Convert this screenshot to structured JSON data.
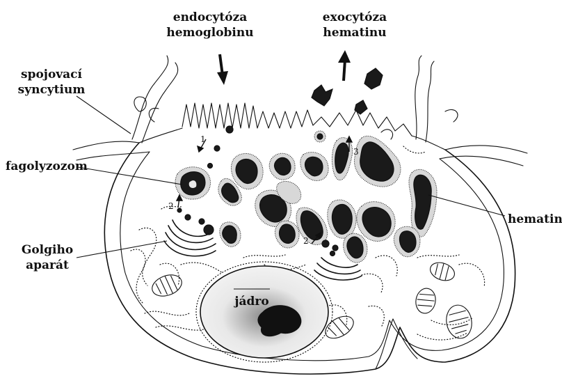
{
  "labels": {
    "endocytosis": [
      "endocytóza",
      "hemoglobinu"
    ],
    "exocytosis": [
      "exocytóza",
      "hematinu"
    ],
    "syncytium": [
      "spojovací",
      "syncytium"
    ],
    "phagolysosome": "fagolyzozom",
    "hematin": "hematin",
    "golgi": [
      "Golgiho",
      "aparát"
    ],
    "nucleus": "jádro"
  },
  "pathway_numbers": {
    "step1": "1",
    "step2_left": "2",
    "step2_mid": "2",
    "step3": "3"
  },
  "colors": {
    "ink": "#111111",
    "background": "#ffffff",
    "stipple": "#d8d8d8"
  }
}
